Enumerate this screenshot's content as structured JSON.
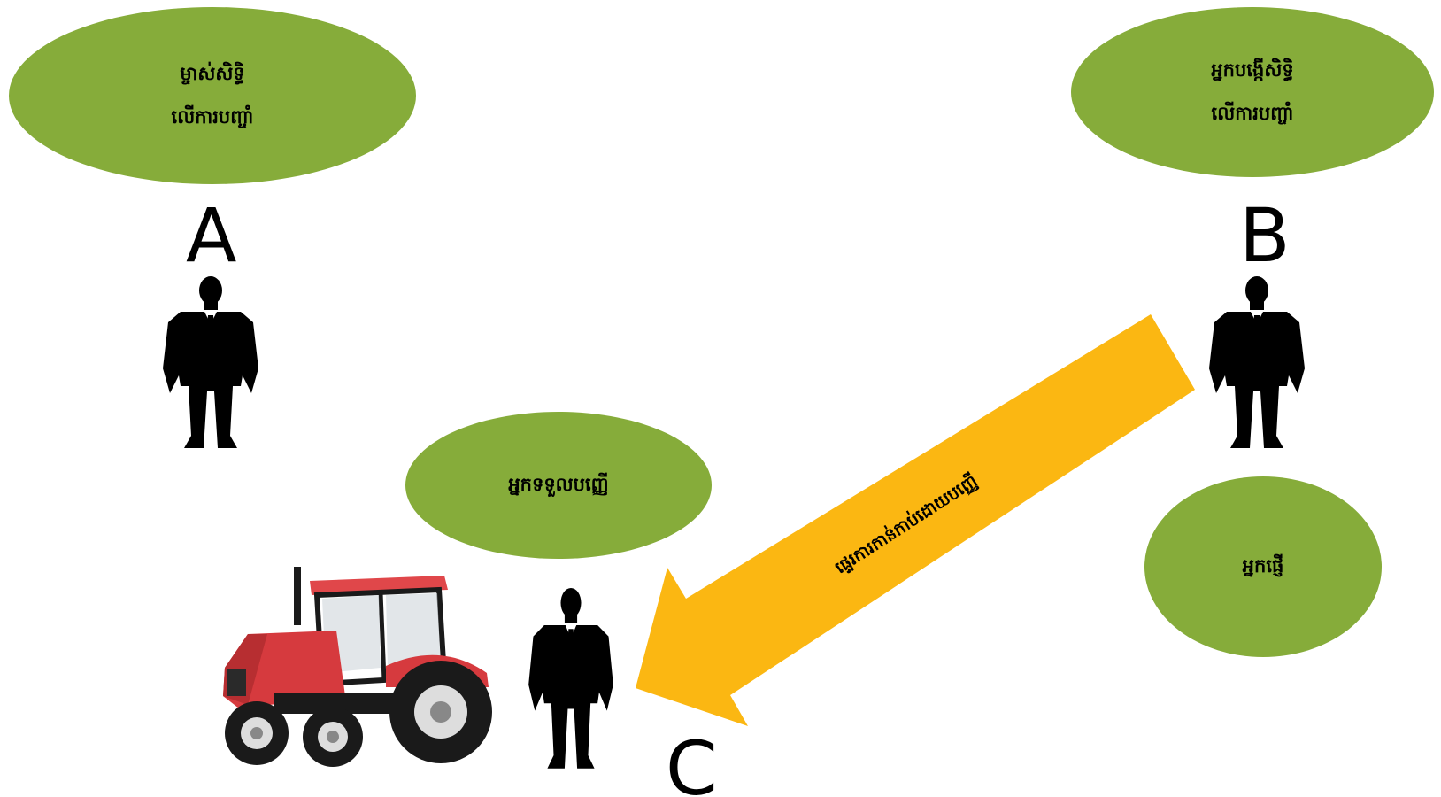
{
  "colors": {
    "bubble_fill": "#86AC3A",
    "arrow_fill": "#FBB712",
    "silhouette": "#000000",
    "tractor_body": "#D63A3E",
    "tractor_roof": "#E0474A",
    "tractor_dark": "#1A1A1A"
  },
  "parties": {
    "a": {
      "letter": "A",
      "role_line1": "ម្ចាស់សិទ្ធិ",
      "role_line2": "លើការបញ្ចាំ",
      "icon": "businessman-silhouette-icon"
    },
    "b": {
      "letter": "B",
      "role_line1": "អ្នកបង្កើសិទ្ធិ",
      "role_line2": "លើការបញ្ចាំ",
      "secondary_role": "អ្នកផ្ញើ",
      "icon": "businessman-silhouette-icon"
    },
    "c": {
      "letter": "C",
      "role": "អ្នកទទួលបញ្ញើ",
      "icon": "businessman-silhouette-icon",
      "asset_icon": "tractor-icon"
    }
  },
  "flow": {
    "from": "B",
    "to": "C",
    "label": "ផ្ទេរការកាន់កាប់ដោយបញ្ញើ",
    "icon": "block-arrow-icon"
  }
}
